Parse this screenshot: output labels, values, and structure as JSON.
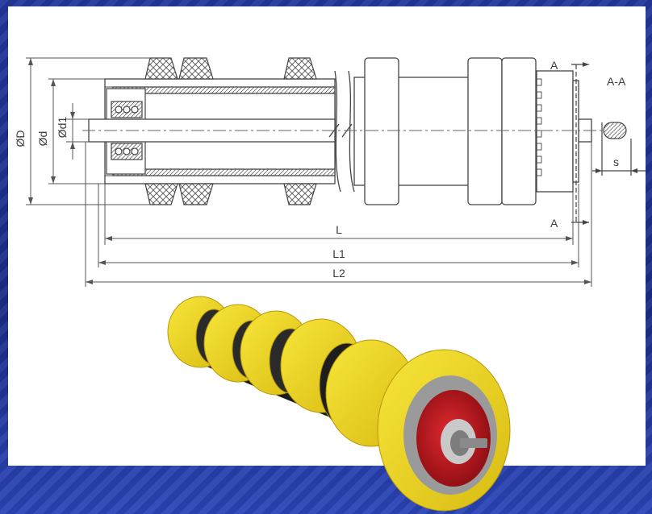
{
  "drawing": {
    "dims": {
      "outer_diameter": "ØD",
      "diameter": "Ød",
      "shaft_diameter": "Ød1",
      "length": "L",
      "length_1": "L1",
      "length_2": "L2",
      "section_mark": "A",
      "section_title": "A-A",
      "flat_width": "s"
    }
  },
  "colors": {
    "tire": "#f0dc1e",
    "tire_shadow": "#c9a90c",
    "tube": "#1b1b1b",
    "hub": "#b5121b",
    "background": "#22379c"
  }
}
